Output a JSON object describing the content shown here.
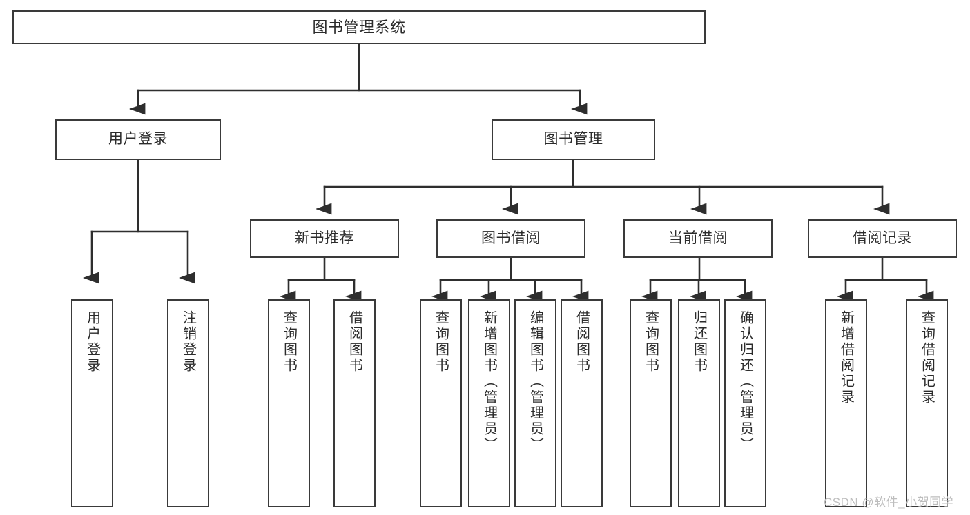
{
  "diagram": {
    "title": "图书管理系统",
    "type": "tree-hierarchy",
    "root": {
      "label": "图书管理系统"
    },
    "level2": [
      {
        "label": "用户登录"
      },
      {
        "label": "图书管理"
      }
    ],
    "level3": [
      {
        "label": "新书推荐"
      },
      {
        "label": "图书借阅"
      },
      {
        "label": "当前借阅"
      },
      {
        "label": "借阅记录"
      }
    ],
    "leaves": {
      "user_login": [
        {
          "label": "用户登录"
        },
        {
          "label": "注销登录"
        }
      ],
      "new_book_recommend": [
        {
          "label": "查询图书"
        },
        {
          "label": "借阅图书"
        }
      ],
      "book_borrow": [
        {
          "label": "查询图书"
        },
        {
          "label": "新增图书（管理员）"
        },
        {
          "label": "编辑图书（管理员）"
        },
        {
          "label": "借阅图书"
        }
      ],
      "current_borrow": [
        {
          "label": "查询图书"
        },
        {
          "label": "归还图书"
        },
        {
          "label": "确认归还（管理员）"
        }
      ],
      "borrow_record": [
        {
          "label": "新增借阅记录"
        },
        {
          "label": "查询借阅记录"
        }
      ]
    }
  },
  "watermark": {
    "text": "CSDN @软件_小贺同学"
  },
  "colors": {
    "border": "#3a3a3a",
    "text": "#2b2b2b",
    "background": "#ffffff",
    "watermark": "#bdbdbd"
  }
}
